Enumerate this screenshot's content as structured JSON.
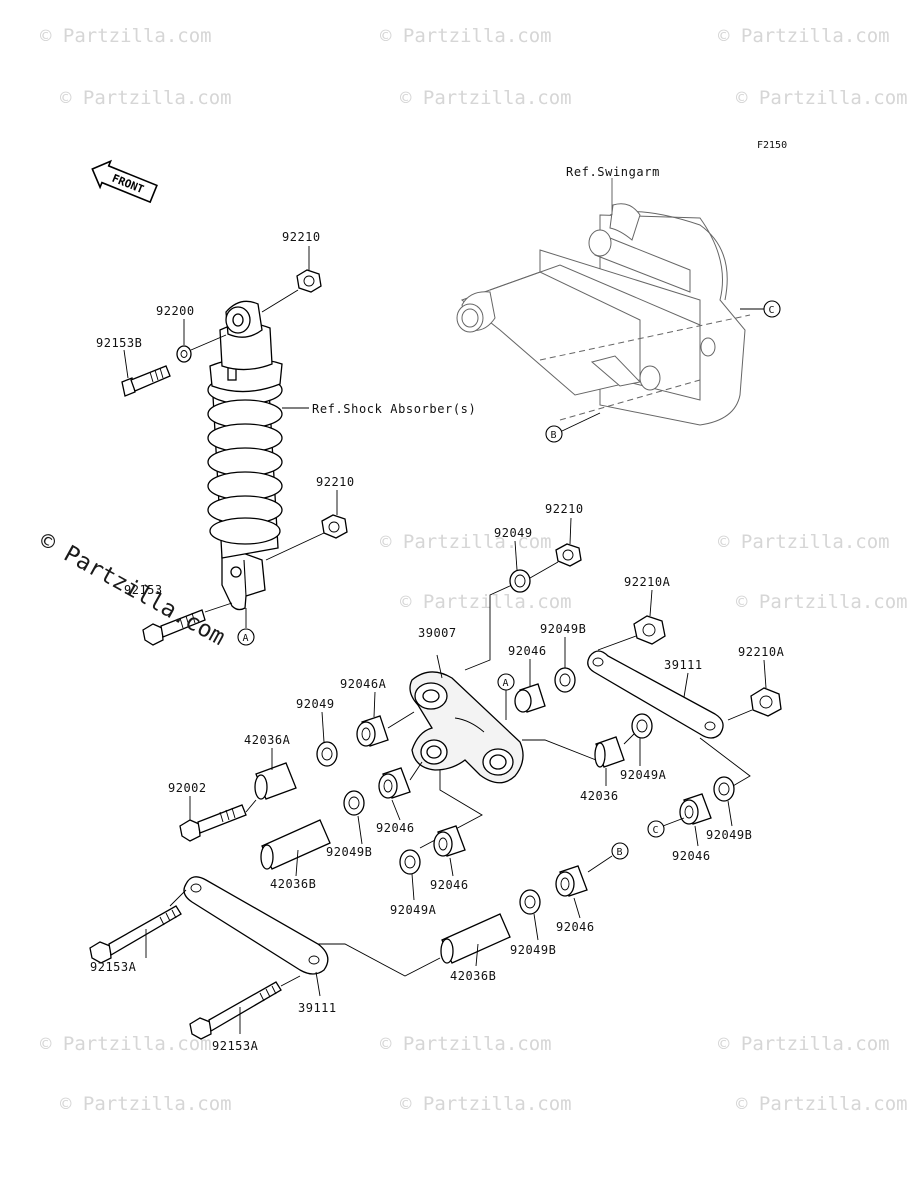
{
  "figure_code": "F2150",
  "direction_label": "FRONT",
  "references": {
    "swingarm": "Ref.Swingarm",
    "shock": "Ref.Shock Absorber(s)"
  },
  "connectors": {
    "a": "A",
    "b": "B",
    "c": "C"
  },
  "watermark": {
    "text": "© Partzilla.com",
    "big_text": "© Partzilla.com"
  },
  "parts": {
    "p92210_top": "92210",
    "p92200": "92200",
    "p92153B": "92153B",
    "p92210_mid": "92210",
    "p92153_shock": "92153",
    "p92210_right": "92210",
    "p92049_top": "92049",
    "p92210A_1": "92210A",
    "p39007": "39007",
    "p92049B_1": "92049B",
    "p92046_1": "92046",
    "p92210A_2": "92210A",
    "p39111_right": "39111",
    "p92046A": "92046A",
    "p92049_left": "92049",
    "p42036A": "42036A",
    "p92002": "92002",
    "p42036": "42036",
    "p92049A_1": "92049A",
    "p92046_2": "92046",
    "p92049B_2": "92049B",
    "p42036B_1": "42036B",
    "p92049A_2": "92049A",
    "p92046_3": "92046",
    "p92049B_3": "92049B",
    "p92046_4": "92046",
    "p92049B_4": "92049B",
    "p92046_5": "92046",
    "p92153A_1": "92153A",
    "p39111_bottom": "39111",
    "p42036B_2": "42036B",
    "p92153A_2": "92153A"
  }
}
